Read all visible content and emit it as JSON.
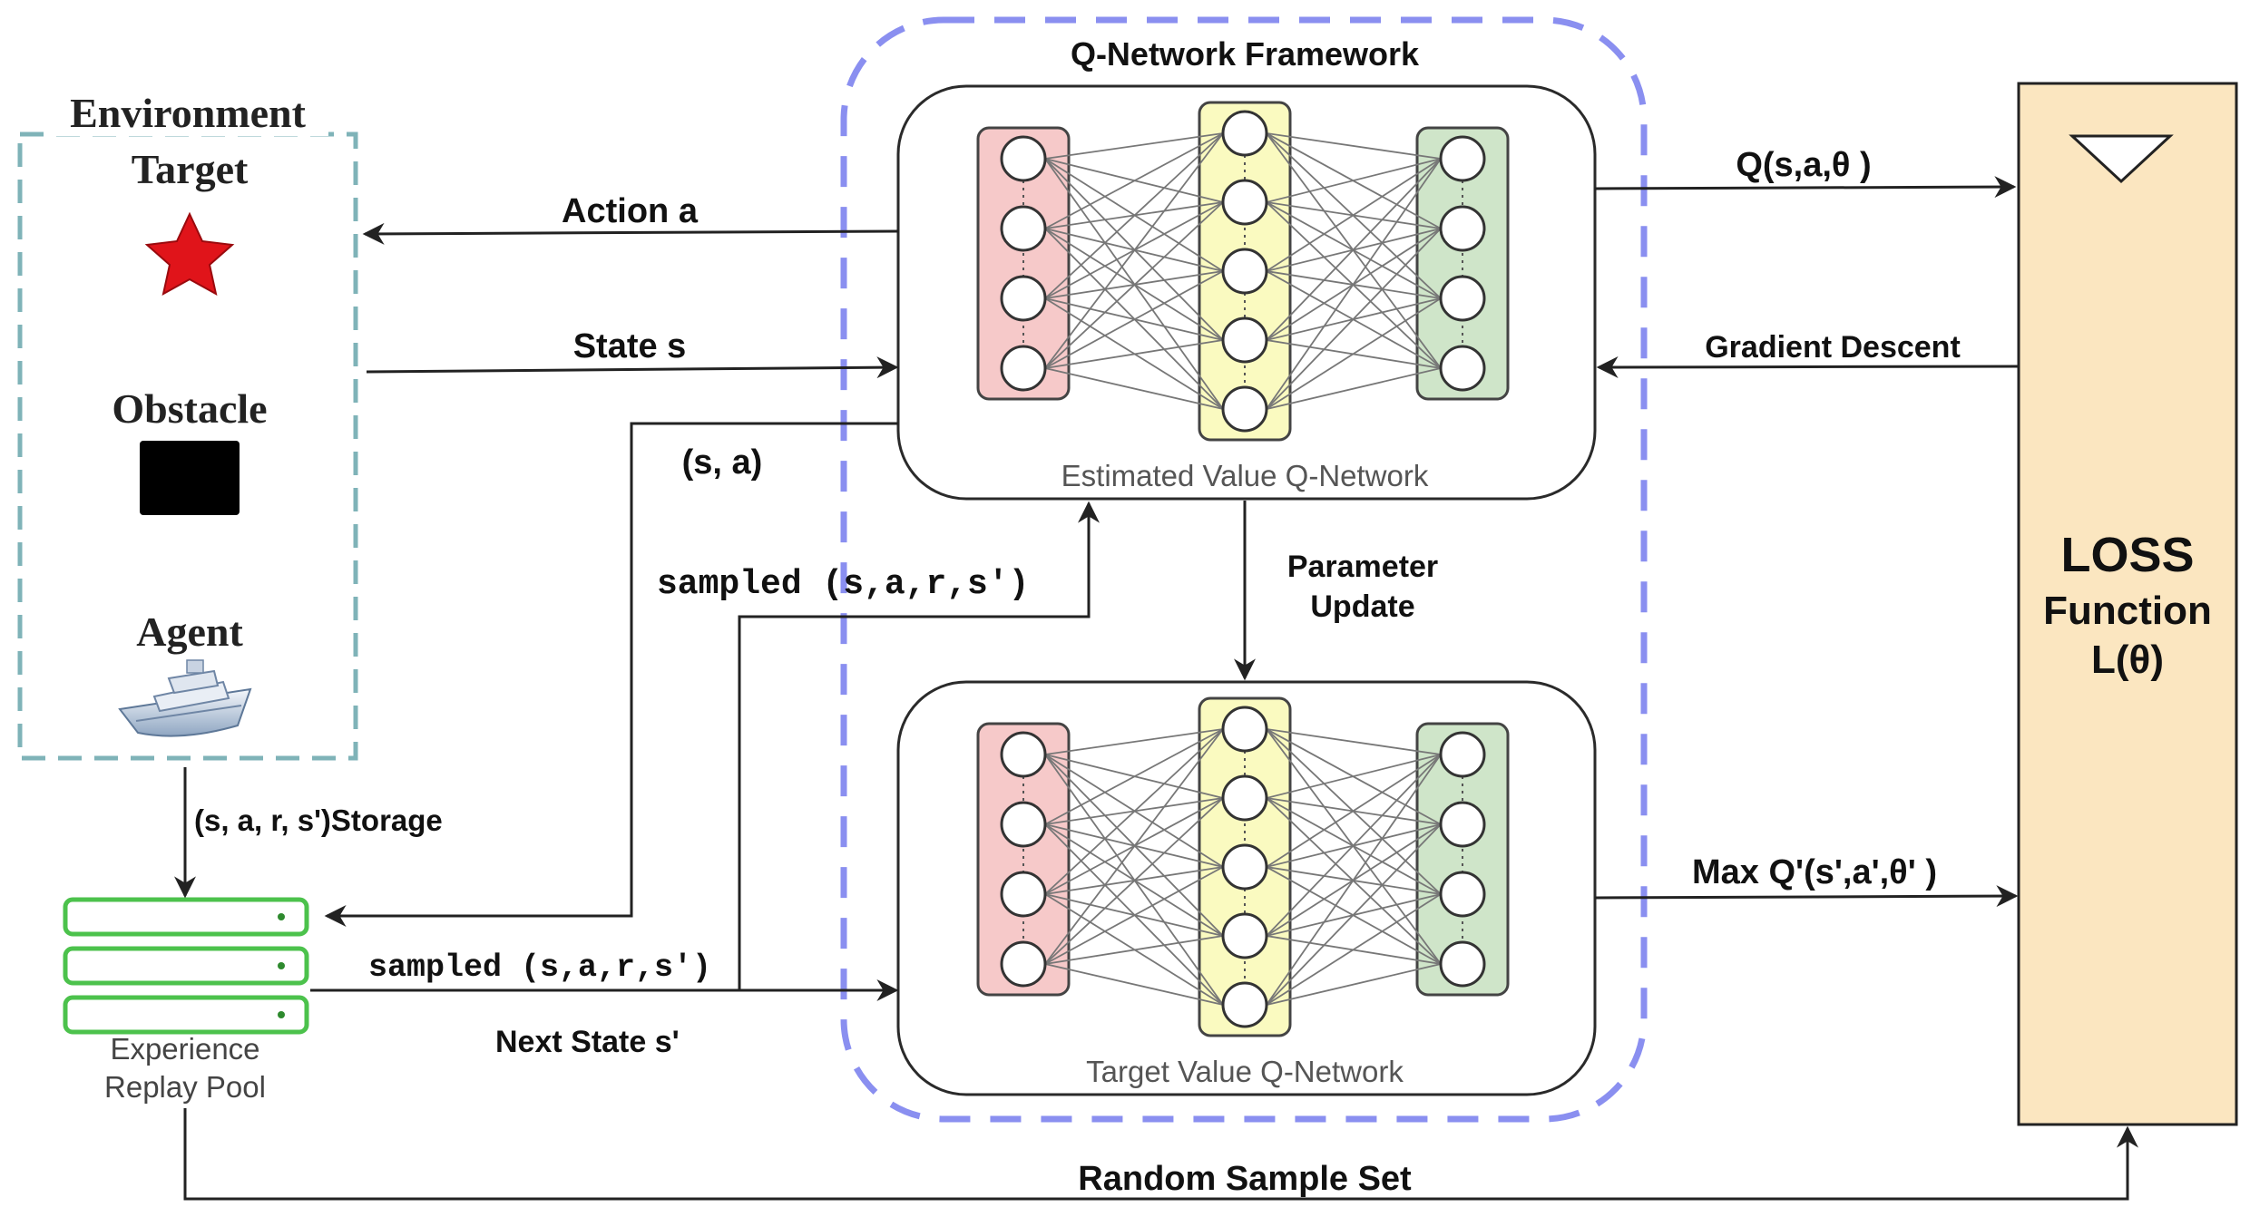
{
  "framework": {
    "title": "Q-Network Framework"
  },
  "environment": {
    "title": "Environment",
    "target_label": "Target",
    "obstacle_label": "Obstacle",
    "agent_label": "Agent"
  },
  "networks": {
    "estimated_label": "Estimated Value Q-Network",
    "target_label": "Target Value Q-Network",
    "layer_nodes": [
      4,
      5,
      4
    ]
  },
  "arrows": {
    "action": "Action a",
    "state": "State s",
    "state_action": "(s, a)",
    "sampled_upper": "sampled (s,a,r,s')",
    "sampled_lower": "sampled (s,a,r,s')",
    "storage": "(s, a, r, s')Storage",
    "next_state": "Next State s'",
    "parameter_update_1": "Parameter",
    "parameter_update_2": "Update",
    "q_value": "Q(s,a,θ )",
    "gradient_descent": "Gradient Descent",
    "max_q": "Max Q'(s',a',θ' )",
    "random_sample": "Random Sample Set"
  },
  "replay_pool": {
    "label_line1": "Experience",
    "label_line2": "Replay Pool"
  },
  "loss": {
    "title": "LOSS",
    "line2": "Function",
    "line3": "L(θ)"
  },
  "colors": {
    "framework_border": "#8a8ff0",
    "env_border": "#7fb3b8",
    "layer_in": "#f6c9c9",
    "layer_hidden": "#fafac0",
    "layer_out": "#cfe5c9",
    "loss_fill": "#fbe6c0",
    "replay_border": "#4cc24c",
    "star": "#e0141a"
  }
}
